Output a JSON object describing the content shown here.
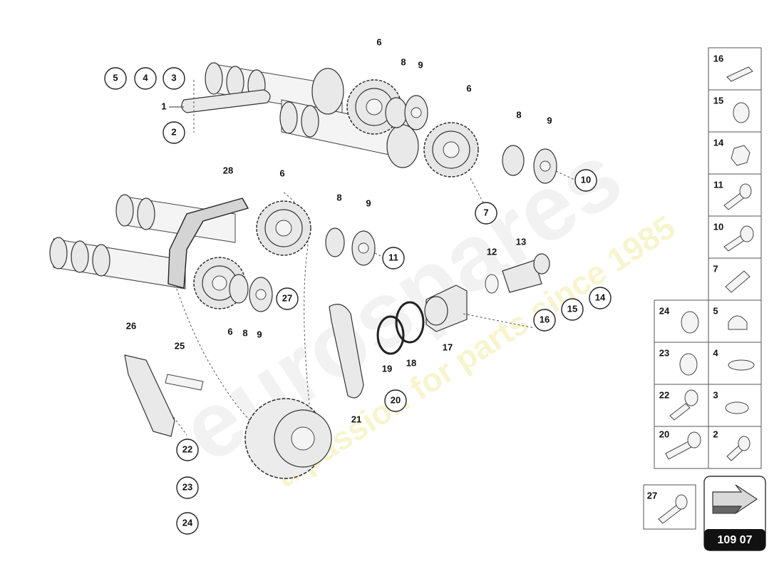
{
  "watermark": {
    "brand": "eurospares",
    "tagline": "a passion for parts since 1985"
  },
  "callouts": {
    "c1": "1",
    "c2": "2",
    "c3": "3",
    "c4": "4",
    "c5": "5",
    "c6a": "6",
    "c6b": "6",
    "c6c": "6",
    "c6d": "6",
    "c7": "7",
    "c8a": "8",
    "c8b": "8",
    "c8c": "8",
    "c8d": "8",
    "c9a": "9",
    "c9b": "9",
    "c9c": "9",
    "c9d": "9",
    "c10": "10",
    "c11": "11",
    "c12": "12",
    "c13": "13",
    "c14": "14",
    "c15": "15",
    "c16": "16",
    "c17": "17",
    "c18": "18",
    "c19": "19",
    "c20": "20",
    "c21": "21",
    "c22": "22",
    "c23": "23",
    "c24": "24",
    "c25": "25",
    "c26": "26",
    "c27": "27",
    "c28": "28"
  },
  "legend": {
    "right_column": [
      "16",
      "15",
      "14",
      "11",
      "10",
      "7",
      "5",
      "4",
      "3",
      "2"
    ],
    "left_column": [
      "24",
      "23",
      "22",
      "20"
    ],
    "extra": "27"
  },
  "badge": {
    "code": "109 07"
  }
}
